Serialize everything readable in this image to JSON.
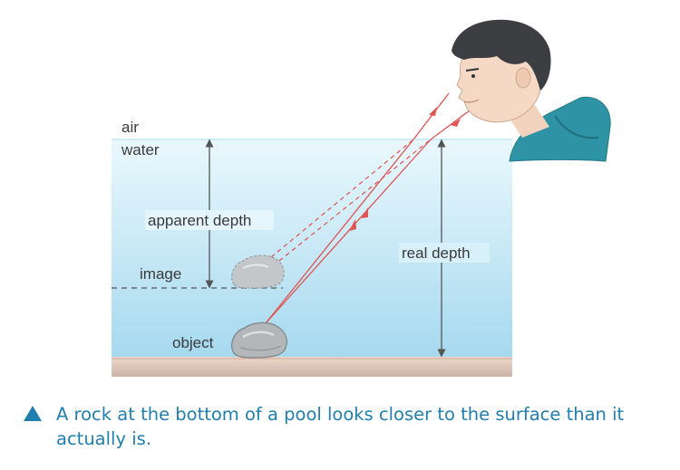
{
  "labels": {
    "air": "air",
    "water": "water",
    "apparent_depth": "apparent depth",
    "image": "image",
    "real_depth": "real depth",
    "object": "object"
  },
  "caption": "A rock at the bottom of a pool looks closer to the surface than it actually is.",
  "colors": {
    "water_top": "#eaf8fd",
    "water_bottom": "#9fd7ee",
    "ray": "#e0534f",
    "rock": "#b9bcbe",
    "sand": "#e3c8b8",
    "hoodie": "#2e93a4",
    "caption": "#1f7fb0"
  }
}
